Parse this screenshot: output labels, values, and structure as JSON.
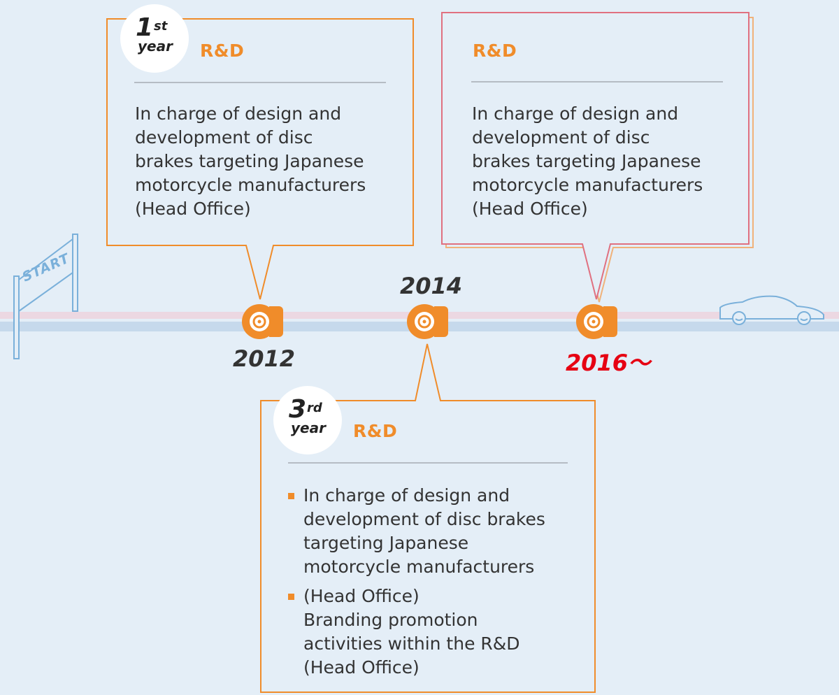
{
  "start_sign": "START",
  "milestones": [
    {
      "year": "2012",
      "badge_num": "1",
      "badge_suffix": "st",
      "badge_word": "year",
      "dept": "R&D",
      "description": "In charge of design and\ndevelopment of disc\nbrakes targeting Japanese\nmotorcycle manufacturers\n(Head Office)"
    },
    {
      "year": "2014",
      "badge_num": "3",
      "badge_suffix": "rd",
      "badge_word": "year",
      "dept": "R&D",
      "items": [
        "In charge of design and\ndevelopment of disc brakes\ntargeting Japanese\nmotorcycle manufacturers",
        "(Head Office)"
      ],
      "extra": "Branding promotion\nactivities within the R&D\n(Head Office)"
    },
    {
      "year": "2016～",
      "dept": "R&D",
      "description": "In charge of design and\ndevelopment of disc\nbrakes targeting Japanese\nmotorcycle manufacturers\n(Head Office)"
    }
  ],
  "colors": {
    "accent": "#f08c2a",
    "current_year": "#e60012",
    "highlight_border": "#e07080",
    "timeline": "#7ab0da",
    "background": "#e4eef7"
  },
  "icons": [
    "start-gate-icon",
    "brake-caliper-icon",
    "car-icon"
  ]
}
